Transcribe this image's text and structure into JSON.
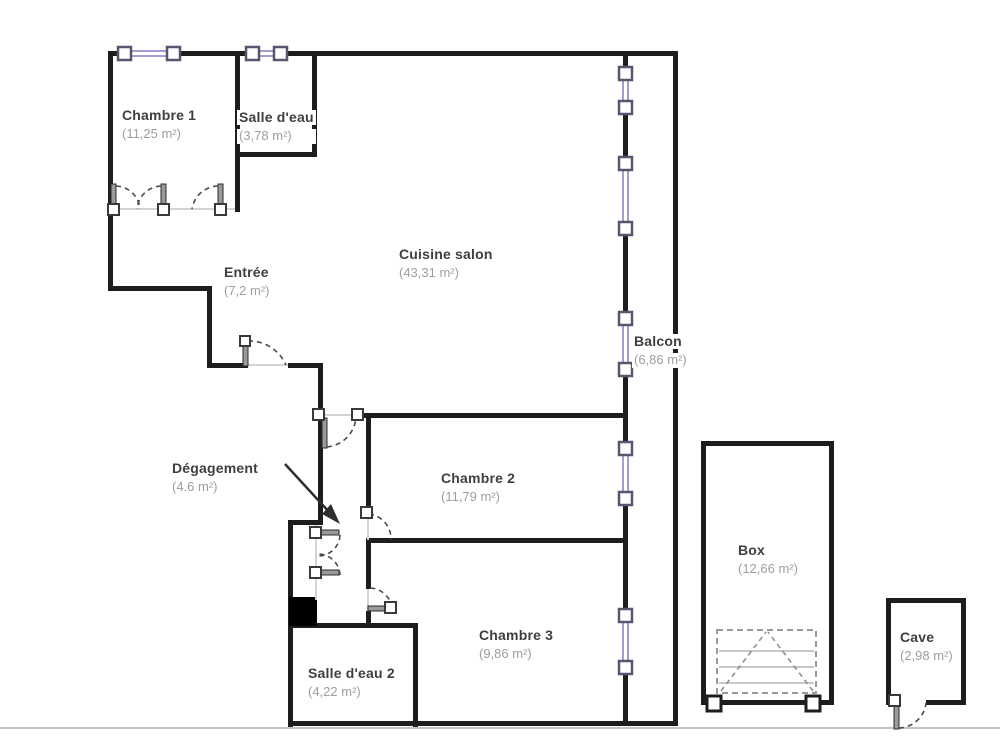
{
  "plan": {
    "background_color": "#ffffff",
    "wall_color": "#1d1d1d",
    "window_color": "#a49dd4",
    "room_name_color": "#3f3f3f",
    "area_text_color": "#9e9e9e",
    "rooms": [
      {
        "name": "Chambre 1",
        "area": "(11,25 m²)"
      },
      {
        "name": "Salle d'eau",
        "area": "(3,78 m²)"
      },
      {
        "name": "Entrée",
        "area": "(7,2 m²)"
      },
      {
        "name": "Cuisine salon",
        "area": "(43,31 m²)"
      },
      {
        "name": "Balcon",
        "area": "(6,86 m²)"
      },
      {
        "name": "Dégagement",
        "area": "(4.6 m²)"
      },
      {
        "name": "Chambre 2",
        "area": "(11,79 m²)"
      },
      {
        "name": "Chambre 3",
        "area": "(9,86 m²)"
      },
      {
        "name": "Salle d'eau 2",
        "area": "(4,22 m²)"
      },
      {
        "name": "Box",
        "area": "(12,66 m²)"
      },
      {
        "name": "Cave",
        "area": "(2,98 m²)"
      }
    ]
  }
}
